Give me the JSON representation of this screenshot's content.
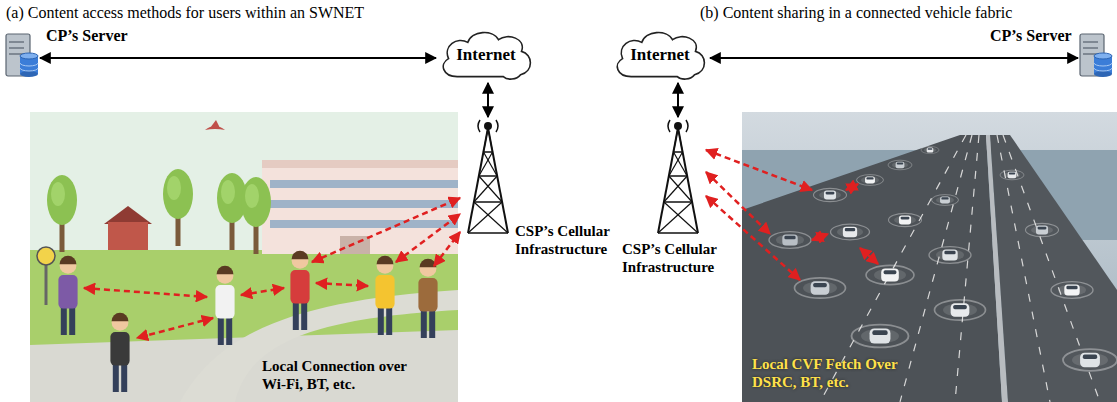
{
  "diagram": {
    "nodes": [
      {
        "text": [
          "CP’s Server"
        ]
      },
      {
        "text": [
          "Internet"
        ]
      },
      {
        "text": [
          "CSP’s Cellular Infrastructure"
        ]
      },
      {
        "text": [
          "Internet"
        ]
      },
      {
        "text": [
          "CP’s Server"
        ]
      },
      {
        "text": [
          "CSP’s Cellular Infrastructure"
        ]
      }
    ],
    "edges": [
      {
        "from": 0,
        "to": 1,
        "arrow": "both"
      },
      {
        "from": 1,
        "to": 2,
        "arrow": "both"
      },
      {
        "from": 3,
        "to": 4,
        "arrow": "both"
      },
      {
        "from": 3,
        "to": 5,
        "arrow": "both"
      }
    ],
    "labels": [
      "(a) Content access methods for users within an SWNET",
      "(b) Content sharing in a connected vehicle fabric",
      "Local Connection over Wi-Fi, BT, etc.",
      "Local CVF Fetch Over DSRC, BT, etc."
    ]
  }
}
